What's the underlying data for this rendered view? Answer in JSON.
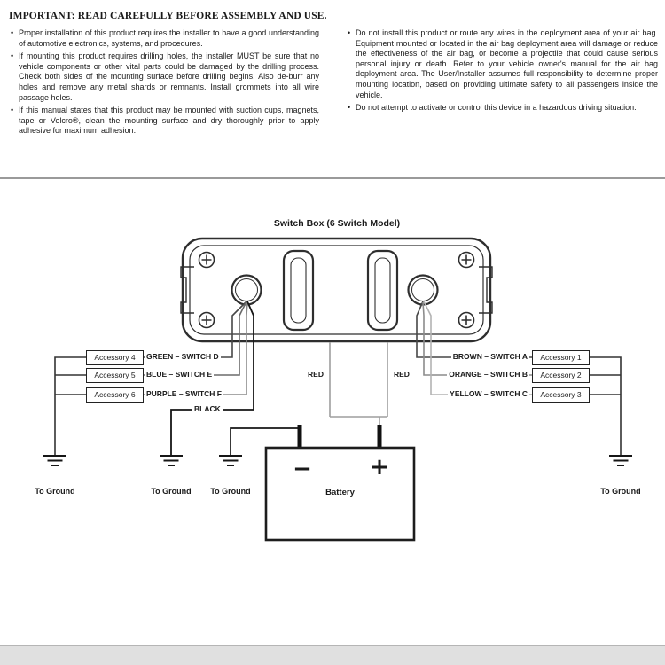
{
  "notice": {
    "heading": "IMPORTANT: READ CAREFULLY BEFORE ASSEMBLY AND USE.",
    "left_bullets": [
      "Proper installation of this product requires the installer to have a good understanding of automotive electronics, systems, and procedures.",
      "If mounting this product requires drilling holes, the installer MUST be sure that no vehicle components or other vital parts could be damaged by the drilling process. Check both sides of the mounting surface before drilling begins. Also de-burr any holes and remove any metal shards or remnants. Install grommets into all wire passage holes.",
      "If this manual states that this product may be mounted with suction cups, magnets, tape or Velcro®, clean the mounting surface and dry thoroughly prior to apply adhesive for maximum adhesion."
    ],
    "right_bullets": [
      "Do not install this product or route any wires in the deployment area of your air bag. Equipment mounted or located in the air bag deployment area will damage or reduce the effectiveness of the air bag, or become a projectile that could cause serious personal injury or death. Refer to your vehicle owner's manual for the air bag deployment area. The User/Installer assumes full responsibility to determine proper mounting location, based on providing ultimate safety to all passengers inside the vehicle.",
      "Do not attempt to activate or control this device in a hazardous driving situation."
    ]
  },
  "diagram": {
    "title": "Switch Box (6 Switch Model)",
    "left_accessories": [
      "Accessory 4",
      "Accessory 5",
      "Accessory 6"
    ],
    "left_wire_labels": [
      "GREEN – SWITCH D",
      "BLUE – SWITCH E",
      "PURPLE – SWITCH F"
    ],
    "black_label": "BLACK",
    "right_wire_labels": [
      "BROWN – SWITCH A",
      "ORANGE – SWITCH B",
      "YELLOW – SWITCH C"
    ],
    "right_accessories": [
      "Accessory 1",
      "Accessory 2",
      "Accessory 3"
    ],
    "red_label_left": "RED",
    "red_label_right": "RED",
    "battery": {
      "label": "Battery",
      "minus": "−",
      "plus": "+"
    },
    "ground_labels": [
      "To Ground",
      "To Ground",
      "To Ground",
      "To Ground"
    ]
  }
}
